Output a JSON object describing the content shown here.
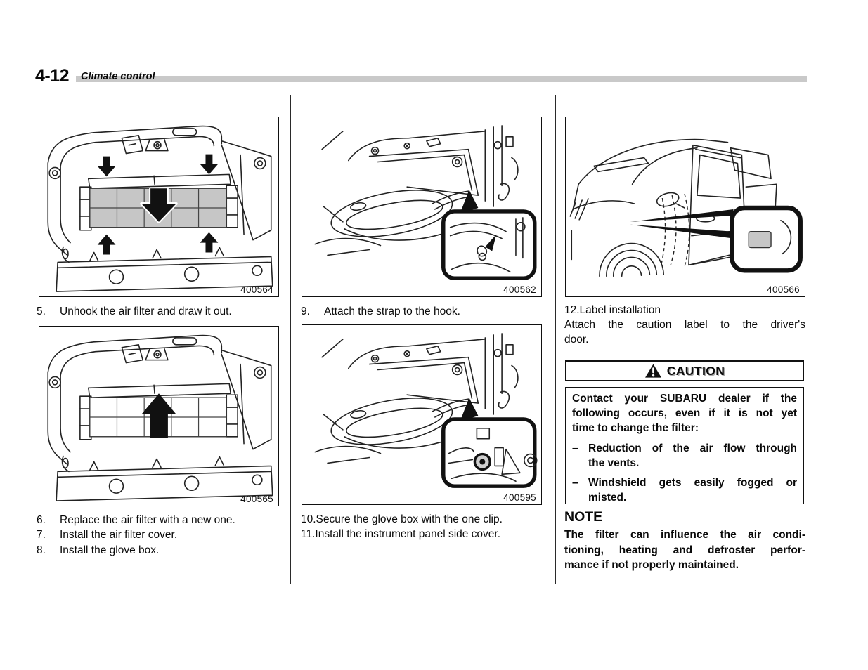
{
  "header": {
    "page_number": "4-12",
    "chapter_title": "Climate control"
  },
  "column1": {
    "figure_top_id": "400564",
    "step5": {
      "n": "5.",
      "t": "Unhook the air filter and draw it out."
    },
    "figure_bottom_id": "400565",
    "steps": [
      {
        "n": "6.",
        "t": "Replace the air filter with a new one."
      },
      {
        "n": "7.",
        "t": "Install the air filter cover."
      },
      {
        "n": "8.",
        "t": "Install the glove box."
      }
    ]
  },
  "column2": {
    "figure_top_id": "400562",
    "step9": {
      "n": "9.",
      "t": "Attach the strap to the hook."
    },
    "figure_bottom_id": "400595",
    "steps": [
      "10.Secure the glove box with the one clip.",
      "11.Install the instrument panel side cover."
    ]
  },
  "column3": {
    "figure_id": "400566",
    "step12_title": "12.Label installation",
    "step12_lines": [
      "Attach the caution label to the driver's",
      "door."
    ],
    "caution_label": "CAUTION",
    "caution_box": {
      "intro_lines": [
        "Contact your SUBARU dealer if the",
        "following occurs, even if it is not yet",
        "time to change the filter:"
      ],
      "bullet_dash": "–",
      "bullets": [
        {
          "lines": [
            "Reduction of the air flow through",
            "the vents."
          ]
        },
        {
          "lines": [
            "Windshield gets easily fogged or",
            "misted."
          ]
        }
      ]
    },
    "note_title": "NOTE",
    "note_lines": [
      "The filter can influence the air condi-",
      "tioning, heating and defroster perfor-",
      "mance if not properly maintained."
    ]
  },
  "icons": {
    "caution": "warning-triangle"
  },
  "colors": {
    "header_bar": "#c9c9c9",
    "figure_border": "#111111",
    "filter_fill": "#c6c6c6",
    "label_fill": "#c6c6c6",
    "text": "#0a0a0a"
  }
}
